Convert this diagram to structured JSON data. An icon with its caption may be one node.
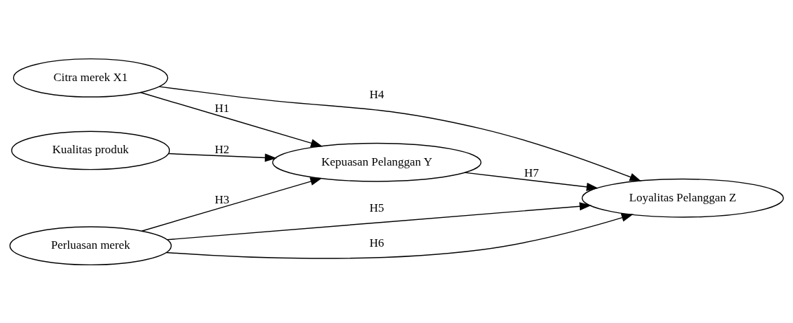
{
  "diagram": {
    "nodes": [
      {
        "text": [
          "Citra merek X1"
        ]
      },
      {
        "text": [
          "Kualitas produk"
        ]
      },
      {
        "text": [
          "Perluasan merek"
        ]
      },
      {
        "text": [
          "Kepuasan Pelanggan Y"
        ]
      },
      {
        "text": [
          "Loyalitas Pelanggan Z"
        ]
      }
    ],
    "edges": [
      {
        "from": 0,
        "to": 3,
        "arrow": "to",
        "label": "H1"
      },
      {
        "from": 1,
        "to": 3,
        "arrow": "to",
        "label": "H2"
      },
      {
        "from": 2,
        "to": 3,
        "arrow": "to",
        "label": "H3"
      },
      {
        "from": 0,
        "to": 4,
        "arrow": "to",
        "label": "H4"
      },
      {
        "from": 2,
        "to": 4,
        "arrow": "to",
        "label": "H5"
      },
      {
        "from": 2,
        "to": 4,
        "arrow": "to",
        "label": "H6"
      },
      {
        "from": 3,
        "to": 4,
        "arrow": "to",
        "label": "H7"
      }
    ]
  }
}
